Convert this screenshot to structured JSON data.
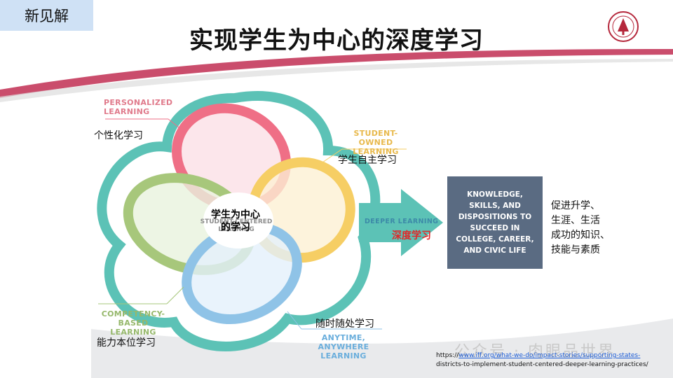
{
  "header": {
    "tag": "新见解",
    "title": "实现学生为中心的深度学习"
  },
  "labels": {
    "personalized_en": "PERSONALIZED\nLEARNING",
    "personalized_cn": "个性化学习",
    "student_owned_en": "STUDENT-OWNED\nLEARNING",
    "student_owned_cn": "学生自主学习",
    "competency_en": "COMPETENCY-\nBASED LEARNING",
    "competency_cn": "能力本位学习",
    "anytime_en": "ANYTIME, ANYWHERE\nLEARNING",
    "anytime_cn": "随时随处学习",
    "center_en": "STUDENT-CENTERED\nLEARNING",
    "center_cn": "学生为中心\n的学习",
    "deeper_en": "DEEPER LEARNING",
    "deeper_cn": "深度学习"
  },
  "outcome": {
    "box_text": "KNOWLEDGE, SKILLS, AND DISPOSITIONS TO SUCCEED IN COLLEGE, CAREER, AND CIVIC LIFE",
    "side_text": "促进升学、\n生涯、生活\n成功的知识、\n技能与素质"
  },
  "source": {
    "prefix": "https://",
    "link": "www.iff.org/what-we-do/impact-stories/supporting-states-",
    "line2": "districts-to-implement-student-centered-deeper-learning-practices/"
  },
  "watermark": "公众号 · 肉眼品世界",
  "colors": {
    "teal": "#5cc2b6",
    "pink": "#ef6f86",
    "yellow": "#f6ce64",
    "green": "#a7c77b",
    "blue": "#8fc3e7",
    "box": "#5a6b82",
    "accent_red": "#e12727"
  }
}
